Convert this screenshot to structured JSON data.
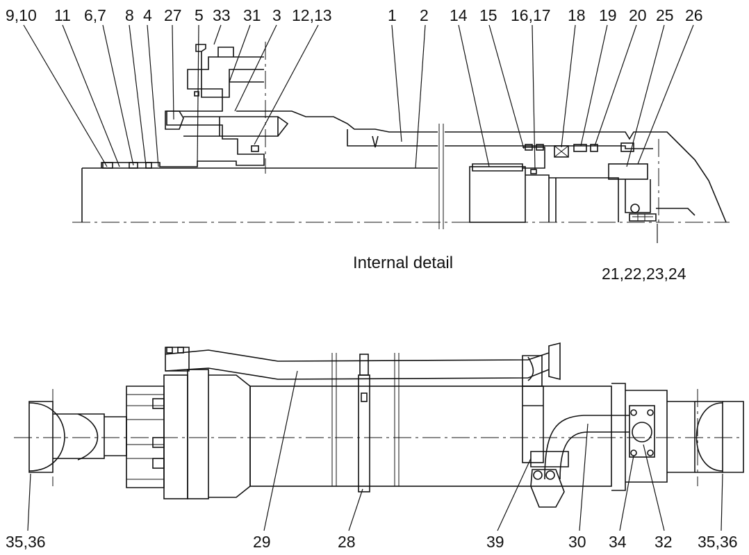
{
  "caption": "Internal detail",
  "top_labels": [
    "9,10",
    "11",
    "6,7",
    "8",
    "4",
    "27",
    "5",
    "33",
    "31",
    "3",
    "12,13",
    "1",
    "2",
    "14",
    "15",
    "16,17",
    "18",
    "19",
    "20",
    "25",
    "26"
  ],
  "right_label": "21,22,23,24",
  "bottom_labels": [
    "35,36",
    "29",
    "28",
    "39",
    "30",
    "34",
    "32",
    "35,36"
  ]
}
